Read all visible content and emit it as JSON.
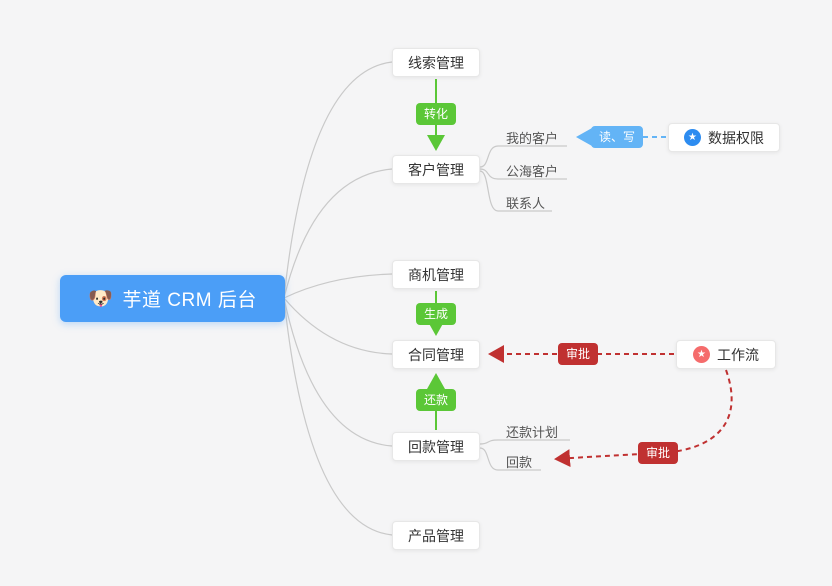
{
  "root": {
    "emoji": "🐶",
    "label": "芋道 CRM 后台"
  },
  "nodes": {
    "leads": {
      "label": "线索管理"
    },
    "customers": {
      "label": "客户管理"
    },
    "opportunities": {
      "label": "商机管理"
    },
    "contracts": {
      "label": "合同管理"
    },
    "receivables": {
      "label": "回款管理"
    },
    "products": {
      "label": "产品管理"
    },
    "data_permission": {
      "label": "数据权限"
    },
    "workflow": {
      "label": "工作流"
    }
  },
  "children": {
    "my_customers": {
      "label": "我的客户"
    },
    "public_sea_customers": {
      "label": "公海客户"
    },
    "contacts": {
      "label": "联系人"
    },
    "repayment_plan": {
      "label": "还款计划"
    },
    "repayment": {
      "label": "回款"
    }
  },
  "edge_labels": {
    "convert": {
      "label": "转化"
    },
    "generate": {
      "label": "生成"
    },
    "repay": {
      "label": "还款"
    },
    "read_write": {
      "label": "读、写"
    },
    "approve_contract": {
      "label": "审批"
    },
    "approve_receivable": {
      "label": "审批"
    }
  },
  "icons": {
    "star": "★"
  },
  "colors": {
    "canvas_bg": "#f5f5f6",
    "root_bg": "#4b9ef7",
    "connector": "#c9c9c9",
    "green": "#5bc737",
    "blue": "#63b4f6",
    "red": "#c03131",
    "data_permission_icon": "#2d8cf0",
    "workflow_icon": "#f56c6c"
  }
}
